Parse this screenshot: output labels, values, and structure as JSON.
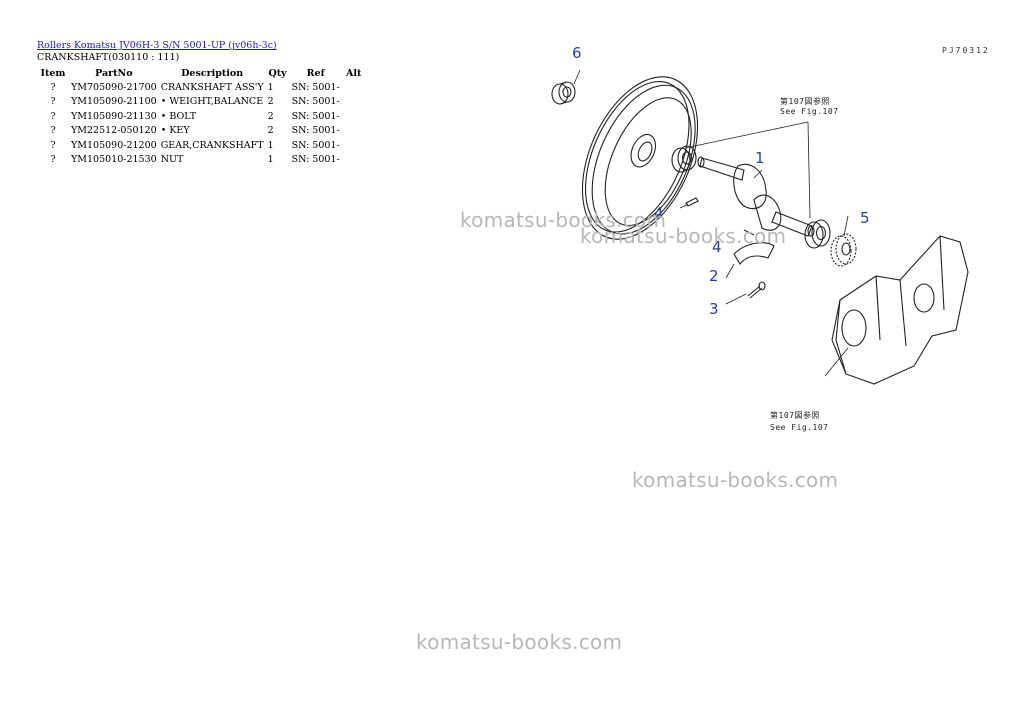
{
  "header": {
    "link_text": "Rollers Komatsu JV06H-3 S/N 5001-UP (jv06h-3c)",
    "subtitle": "CRANKSHAFT(030110 : 111)"
  },
  "table": {
    "headers": [
      "Item",
      "PartNo",
      "Description",
      "Qty",
      "Ref",
      "Alt"
    ],
    "rows": [
      [
        "?",
        "YM705090-21700",
        "CRANKSHAFT ASS'Y",
        "1",
        "SN: 5001-",
        ""
      ],
      [
        "?",
        "YM105090-21100",
        "• WEIGHT,BALANCE",
        "2",
        "SN: 5001-",
        ""
      ],
      [
        "?",
        "YM105090-21130",
        "• BOLT",
        "2",
        "SN: 5001-",
        ""
      ],
      [
        "?",
        "YM22512-050120",
        "• KEY",
        "2",
        "SN: 5001-",
        ""
      ],
      [
        "?",
        "YM105090-21200",
        "GEAR,CRANKSHAFT",
        "1",
        "SN: 5001-",
        ""
      ],
      [
        "?",
        "YM105010-21530",
        "NUT",
        "1",
        "SN: 5001-",
        ""
      ]
    ]
  },
  "diagram": {
    "code": "PJ70312",
    "callouts": [
      "6",
      "1",
      "4",
      "4",
      "2",
      "3",
      "5"
    ],
    "ref_top_jp": "第107図参照",
    "ref_top_en": "See Fig.107",
    "ref_bottom_jp": "第107図参照",
    "ref_bottom_en": "See Fig.107"
  },
  "watermarks": [
    "komatsu-books.com",
    "komatsu-books.com",
    "komatsu-books.com",
    "komatsu-books.com"
  ],
  "colors": {
    "link": "#1a1acc",
    "callout": "#2b39b5",
    "watermark": "#b7b7b7"
  }
}
